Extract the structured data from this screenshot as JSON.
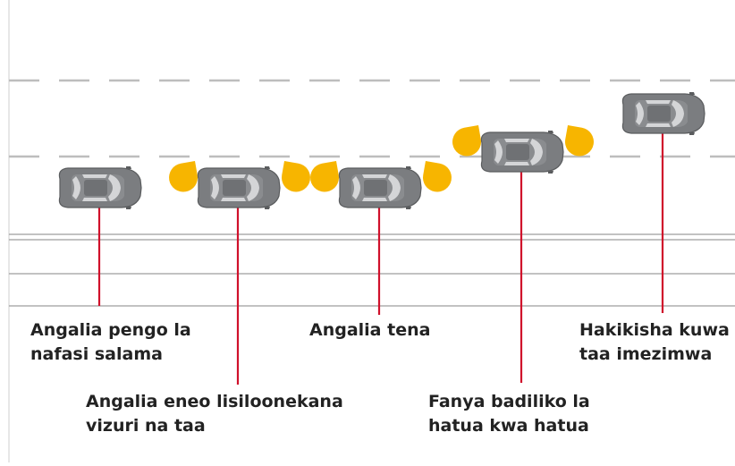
{
  "colors": {
    "car_body": "#7b7d80",
    "car_glass": "#d4d5d7",
    "signal": "#f7b500",
    "leader_line": "#d0112b",
    "lane_dash": "#bdbdbd",
    "road_edge": "#9e9e9e",
    "label_text": "#222222"
  },
  "steps": [
    {
      "id": "gap",
      "lines": [
        "Angalia pengo la",
        "nafasi salama"
      ],
      "signals": false
    },
    {
      "id": "blindspot",
      "lines": [
        "Angalia eneo lisiloonekana",
        "vizuri na taa"
      ],
      "signals": true
    },
    {
      "id": "recheck",
      "lines": [
        "Angalia tena"
      ],
      "signals": true
    },
    {
      "id": "gradual",
      "lines": [
        "Fanya badiliko la",
        "hatua kwa hatua"
      ],
      "signals": true
    },
    {
      "id": "cancel",
      "lines": [
        "Hakikisha kuwa",
        "taa imezimwa"
      ],
      "signals": false
    }
  ]
}
